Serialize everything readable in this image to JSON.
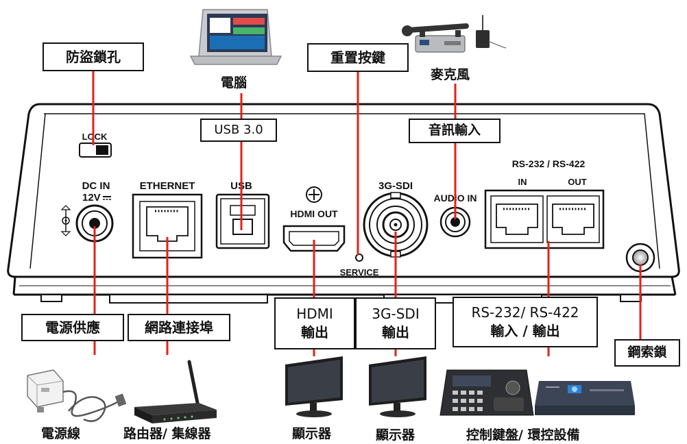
{
  "panel": {
    "lock": "LOCK",
    "dc_in": "DC  IN",
    "dc_volt": "12V",
    "ethernet": "ETHERNET",
    "usb": "USB",
    "hdmi_out": "HDMI OUT",
    "sdi": "3G-SDI",
    "audio_in": "AUDIO IN",
    "rs_title": "RS-232 / RS-422",
    "rs_in": "IN",
    "rs_out": "OUT",
    "service": "SERVICE"
  },
  "labels": {
    "anti_theft": "防盜鎖孔",
    "usb30": "USB 3.0",
    "reset": "重置按鍵",
    "audio_input": "音訊輸入",
    "power": "電源供應",
    "lan": "網路連接埠",
    "hdmi_1": "HDMI",
    "hdmi_2": "輸出",
    "sdi_1": "3G-SDI",
    "sdi_2": "輸出",
    "rs_1": "RS-232/ RS-422",
    "rs_2": "輸入 / 輸出",
    "steel": "鋼索鎖"
  },
  "captions": {
    "computer": "電腦",
    "microphone": "麥克風",
    "power_cord": "電源線",
    "router": "路由器/ 集線器",
    "monitor1": "顯示器",
    "monitor2": "顯示器",
    "controller": "控制鍵盤/ 環控設備"
  },
  "colors": {
    "callout_line": "#e3211c",
    "box_border": "#111111",
    "device_body": "#ffffff"
  }
}
